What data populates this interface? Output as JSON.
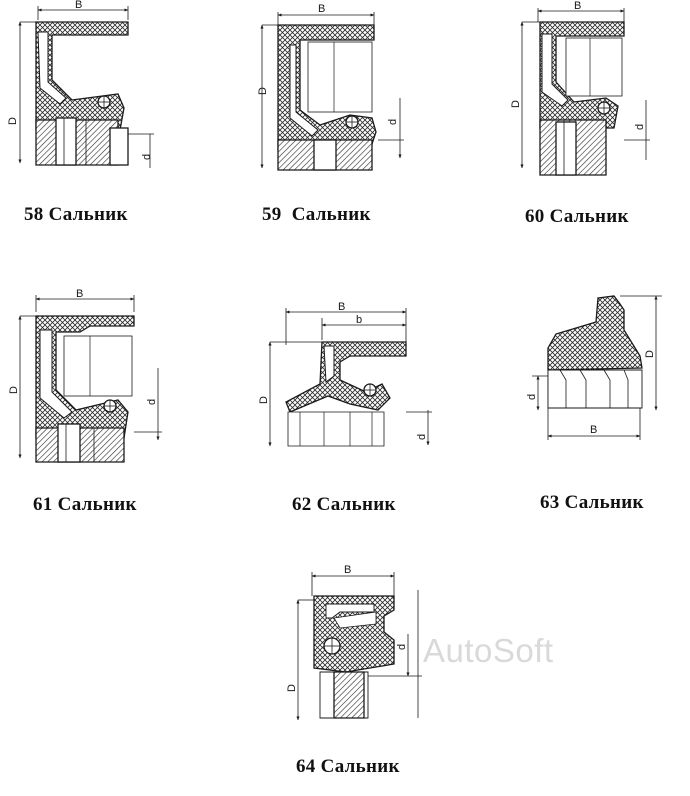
{
  "figures": [
    {
      "number": "58",
      "name": "Сальник",
      "dims": {
        "width": "B",
        "outer": "D",
        "inner": "d"
      }
    },
    {
      "number": "59",
      "name": "Сальник",
      "dims": {
        "width": "B",
        "outer": "D",
        "inner": "d"
      }
    },
    {
      "number": "60",
      "name": "Сальник",
      "dims": {
        "width": "B",
        "outer": "D",
        "inner": "d"
      }
    },
    {
      "number": "61",
      "name": "Сальник",
      "dims": {
        "width": "B",
        "outer": "D",
        "inner": "d"
      }
    },
    {
      "number": "62",
      "name": "Сальник",
      "dims": {
        "width": "B",
        "inner_width": "b",
        "outer": "D",
        "inner": "d"
      }
    },
    {
      "number": "63",
      "name": "Сальник",
      "dims": {
        "width": "B",
        "outer": "D",
        "inner": "d"
      }
    },
    {
      "number": "64",
      "name": "Сальник",
      "dims": {
        "width": "B",
        "outer": "D",
        "inner": "d"
      }
    }
  ],
  "watermark": "AutoSoft",
  "colors": {
    "ink": "#1a1a1a",
    "hatch": "#2a2a2a",
    "background": "#ffffff",
    "watermark": "#d9d9d9"
  }
}
